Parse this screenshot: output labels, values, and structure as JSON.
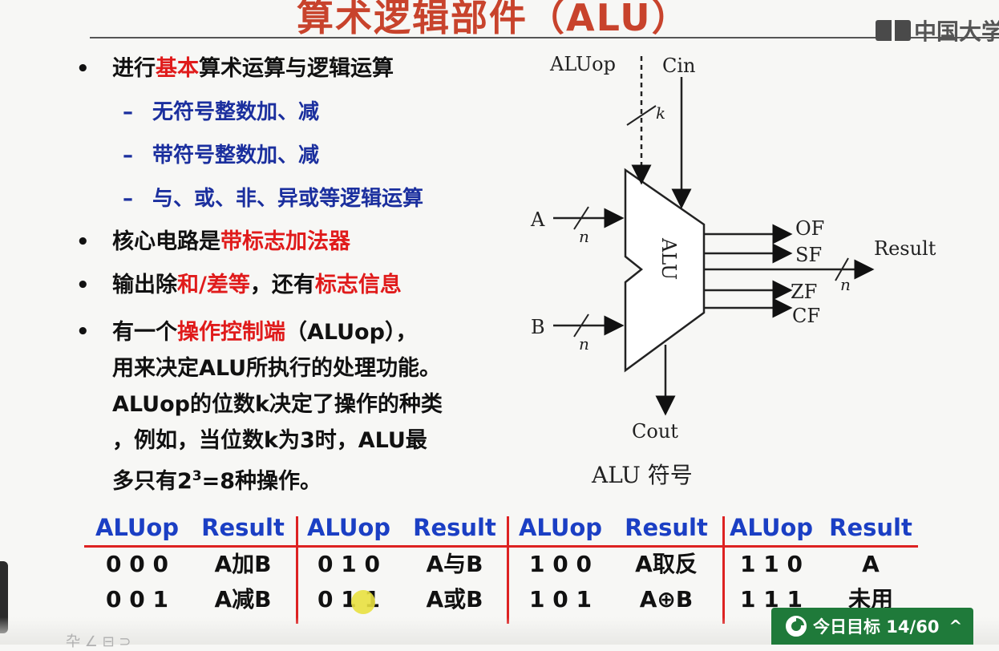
{
  "slide": {
    "title": "算术逻辑部件（ALU）",
    "logo_text": "中国大学"
  },
  "bullets": {
    "b1": {
      "pre": "进行",
      "hl": "基本",
      "post": "算术运算与逻辑运算"
    },
    "subs": [
      "无符号整数加、减",
      "带符号整数加、减",
      "与、或、非、异或等逻辑运算"
    ],
    "b2": {
      "pre": "核心电路是",
      "hl": "带标志加法器"
    },
    "b3": {
      "pre": "输出除",
      "hl1": "和/差等",
      "mid": "，还有",
      "hl2": "标志信息"
    },
    "b4": {
      "pre": "有一个",
      "hl": "操作控制端",
      "post": "（ALUop），",
      "line2": "用来决定ALU所执行的处理功能。",
      "line3": "ALUop的位数k决定了操作的种类",
      "line4": "，例如，当位数k为3时，ALU最",
      "line5_pre": "多只有2",
      "line5_sup": "3",
      "line5_post": "=8种操作。"
    }
  },
  "diagram": {
    "aluop": "ALUop",
    "cin": "Cin",
    "k": "k",
    "a": "A",
    "b": "B",
    "n": "n",
    "alu": "ALU",
    "of": "OF",
    "sf": "SF",
    "zf": "ZF",
    "cf": "CF",
    "result": "Result",
    "cout": "Cout",
    "caption": "ALU 符号"
  },
  "table": {
    "headers": [
      "ALUop",
      "Result",
      "ALUop",
      "Result",
      "ALUop",
      "Result",
      "ALUop",
      "Result"
    ],
    "rows": [
      [
        "0 0 0",
        "A加B",
        "0 1 0",
        "A与B",
        "1 0 0",
        "A取反",
        "1 1 0",
        "A"
      ],
      [
        "0 0 1",
        "A减B",
        "0 1 1",
        "A或B",
        "1 0 1",
        "A⊕B",
        "1 1 1",
        "未用"
      ]
    ]
  },
  "footer": {
    "hint": "卆 ∠ ⊟ ⊃",
    "goal": "今日目标 14/60",
    "goal_chevron": "^"
  },
  "colors": {
    "title": "#c8432c",
    "highlight": "#e01b1b",
    "sub_bullet": "#1b2f9e",
    "table_header": "#1b3fc4",
    "goal_bg": "#1f7a3a"
  }
}
